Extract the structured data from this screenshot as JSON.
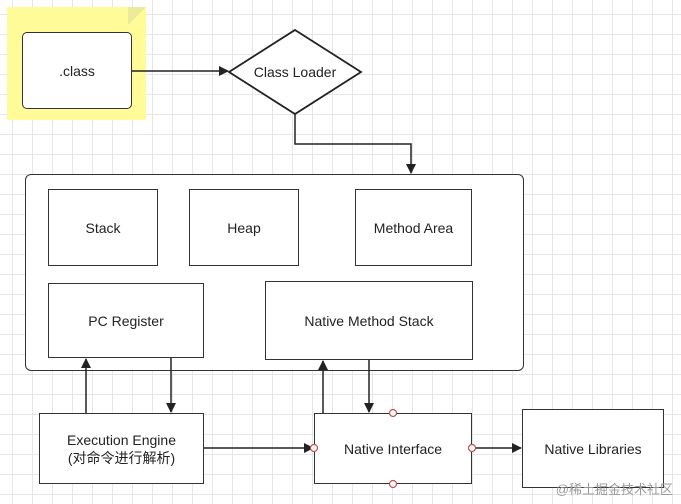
{
  "nodes": {
    "class_file": ".class",
    "class_loader": "Class Loader",
    "stack": "Stack",
    "heap": "Heap",
    "method_area": "Method Area",
    "pc_register": "PC Register",
    "native_method_stack": "Native Method Stack",
    "execution_engine": "Execution Engine",
    "execution_engine_note": "(对命令进行解析)",
    "native_interface": "Native Interface",
    "native_libraries": "Native Libraries"
  },
  "watermark": "@稀土掘金技术社区",
  "colors": {
    "note_fill": "#fffb99",
    "stroke": "#333333",
    "grid": "#e6e6e6"
  }
}
